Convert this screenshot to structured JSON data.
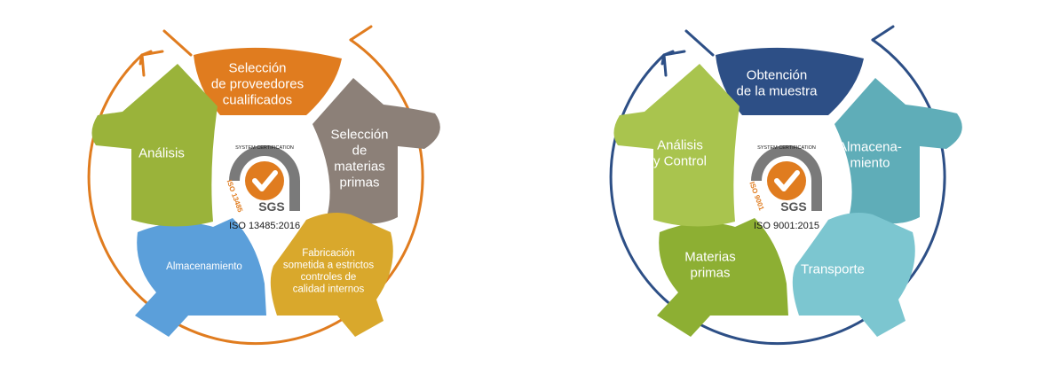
{
  "left": {
    "ring_color": "#E07C1F",
    "segments": [
      {
        "lines": [
          "Selección",
          "de proveedores",
          "cualificados"
        ],
        "color": "#E07C1F"
      },
      {
        "lines": [
          "Selección",
          "de",
          "materias",
          "primas"
        ],
        "color": "#8C8078"
      },
      {
        "lines": [
          "Fabricación",
          "sometida a estrictos",
          "controles de",
          "calidad internos"
        ],
        "color": "#D9A82C"
      },
      {
        "lines": [
          "Almacenamiento"
        ],
        "color": "#5B9FDA"
      },
      {
        "lines": [
          "Análisis"
        ],
        "color": "#9AB33A"
      }
    ],
    "badge": {
      "top_text": "SYSTEM CERTIFICATION",
      "side_text": "ISO 13485",
      "brand": "SGS",
      "caption": "ISO 13485:2016",
      "accent": "#E07C1F"
    }
  },
  "right": {
    "ring_color": "#2D4F86",
    "segments": [
      {
        "lines": [
          "Obtención",
          "de la muestra"
        ],
        "color": "#2D4F86"
      },
      {
        "lines": [
          "Almacena-",
          "miento"
        ],
        "color": "#5FADB8"
      },
      {
        "lines": [
          "Transporte"
        ],
        "color": "#7CC6D0"
      },
      {
        "lines": [
          "Materias",
          "primas"
        ],
        "color": "#8DAF33"
      },
      {
        "lines": [
          "Análisis",
          "y Control"
        ],
        "color": "#A9C44E"
      }
    ],
    "badge": {
      "top_text": "SYSTEM CERTIFICATION",
      "side_text": "ISO 9001",
      "brand": "SGS",
      "caption": "ISO 9001:2015",
      "accent": "#E07C1F"
    }
  }
}
